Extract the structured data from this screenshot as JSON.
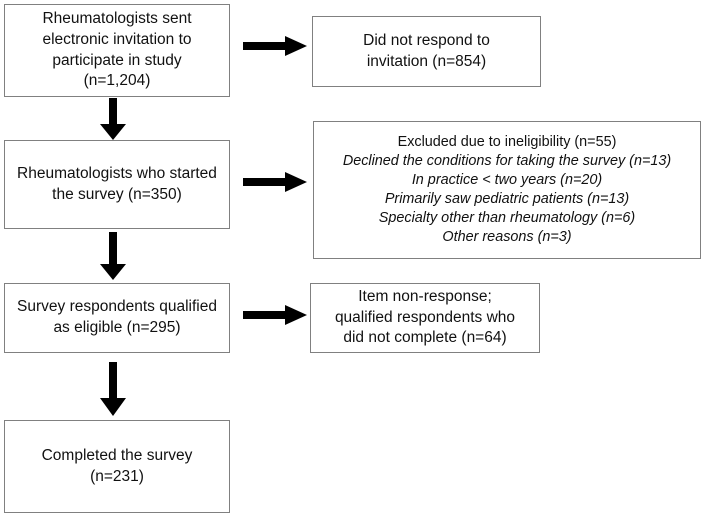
{
  "diagram": {
    "title": "Survey participation flow diagram",
    "type": "flowchart",
    "stroke_color": "#808080",
    "arrow_color": "#000000",
    "text_color": "#111111",
    "background": "#ffffff"
  },
  "nodes": {
    "invited": {
      "name": "rheumatologists-invited",
      "lines": [
        "Rheumatologists sent",
        "electronic invitation to",
        "participate in study",
        "(n=1,204)"
      ],
      "count": 1204
    },
    "no_response": {
      "name": "did-not-respond",
      "lines": [
        "Did not respond to",
        "invitation (n=854)"
      ],
      "count": 854
    },
    "started": {
      "name": "started-survey",
      "lines": [
        "Rheumatologists who started",
        "the survey (n=350)"
      ],
      "count": 350
    },
    "excluded": {
      "heading": "Excluded due to ineligibility (n=55)",
      "count": 55,
      "reasons": [
        "Declined the conditions for taking the survey (n=13)",
        "In practice < two years (n=20)",
        "Primarily saw pediatric patients (n=13)",
        "Specialty other than rheumatology (n=6)",
        "Other reasons (n=3)"
      ]
    },
    "eligible": {
      "name": "qualified-eligible",
      "lines": [
        "Survey respondents qualified",
        "as eligible (n=295)"
      ],
      "count": 295
    },
    "non_response": {
      "name": "item-non-response",
      "lines": [
        "Item non-response;",
        "qualified respondents who",
        "did not complete (n=64)"
      ],
      "count": 64
    },
    "completed": {
      "name": "completed-survey",
      "lines": [
        "Completed the survey",
        "(n=231)"
      ],
      "count": 231
    }
  },
  "edges": [
    {
      "from": "invited",
      "to": "no_response",
      "direction": "right"
    },
    {
      "from": "invited",
      "to": "started",
      "direction": "down"
    },
    {
      "from": "started",
      "to": "excluded",
      "direction": "right"
    },
    {
      "from": "started",
      "to": "eligible",
      "direction": "down"
    },
    {
      "from": "eligible",
      "to": "non_response",
      "direction": "right"
    },
    {
      "from": "eligible",
      "to": "completed",
      "direction": "down"
    }
  ]
}
